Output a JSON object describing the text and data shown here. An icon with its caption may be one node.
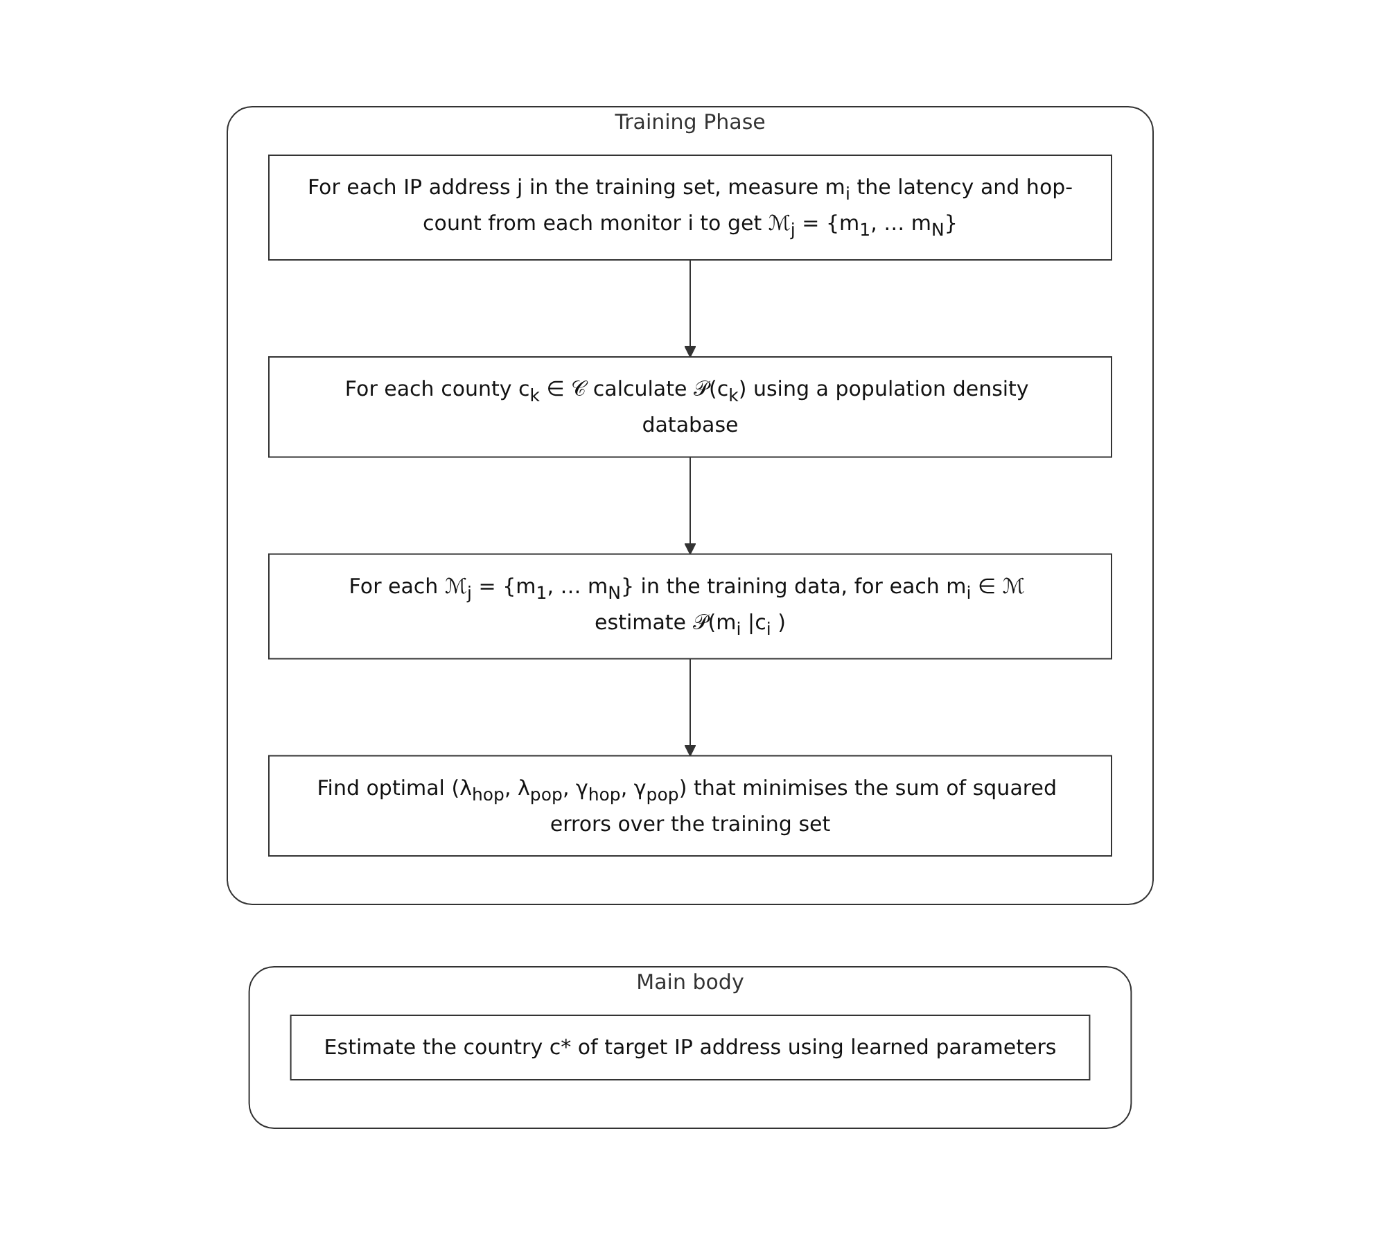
{
  "diagram": {
    "nodes": [
      {
        "text": [
          "Training Phase"
        ]
      },
      {
        "text": [
          "For each IP address j in the training set, measure m$_{i}$ the latency and hop-count from each monitor i to get ℳ$_{j}$ = {m$_{1}$, … m$_{N}$}"
        ],
        "in": 0
      },
      {
        "text": [
          "For each county c$_{k}$ ∈ 𝒞 calculate 𝒫(c$_{k}$) using a population density database"
        ],
        "in": 0
      },
      {
        "text": [
          "For each ℳ$_{j}$ = {m$_{1}$, … m$_{N}$} in the training data, for each m$_{i}$ ∈ ℳ estimate 𝒫(m$_{i}$ |c$_{i}$ )"
        ],
        "in": 0
      },
      {
        "text": [
          "Find optimal (λ$_{hop}$, λ$_{pop}$, γ$_{hop}$, γ$_{pop}$) that minimises the sum of squared errors over the training set"
        ],
        "in": 0
      },
      {
        "text": [
          "Main body"
        ]
      },
      {
        "text": [
          "Estimate the country c* of target IP address using learned parameters"
        ],
        "in": 5
      }
    ],
    "edges": [
      {
        "from": 1,
        "to": 2,
        "arrow": "to"
      },
      {
        "from": 2,
        "to": 3,
        "arrow": "to"
      },
      {
        "from": 3,
        "to": 4,
        "arrow": "to"
      }
    ]
  }
}
